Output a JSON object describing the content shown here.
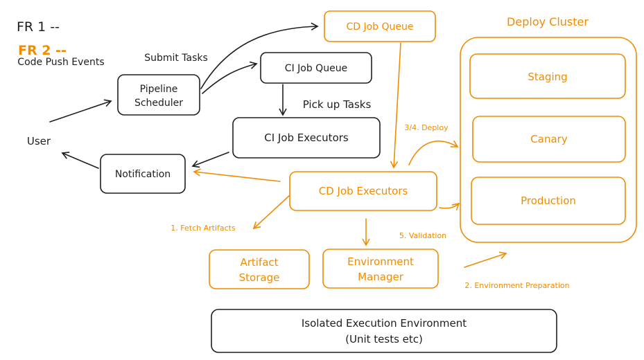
{
  "colors": {
    "ink": "#1e1e1e",
    "accent": "#f08c00",
    "background": "#ffffff"
  },
  "headers": {
    "fr1": "FR 1 --",
    "fr2": "FR 2 --"
  },
  "nodes": {
    "user": "User",
    "pipeline_scheduler": [
      "Pipeline",
      "Scheduler"
    ],
    "notification": "Notification",
    "ci_job_queue": "CI Job Queue",
    "ci_job_executors": "CI Job Executors",
    "cd_job_queue": "CD Job Queue",
    "cd_job_executors": "CD Job Executors",
    "artifact_storage": [
      "Artifact",
      "Storage"
    ],
    "environment_manager": [
      "Environment",
      "Manager"
    ],
    "isolated_env": [
      "Isolated Execution Environment",
      "(Unit tests etc)"
    ],
    "deploy_cluster": {
      "title": "Deploy Cluster",
      "stages": [
        "Staging",
        "Canary",
        "Production"
      ]
    }
  },
  "edge_labels": {
    "code_push_events": "Code Push Events",
    "submit_tasks": "Submit Tasks",
    "pick_up_tasks": "Pick up Tasks",
    "deploy": "3/4. Deploy",
    "fetch_artifacts": "1. Fetch Artifacts",
    "validation": "5. Validation",
    "environment_preparation": "2. Environment Preparation"
  }
}
